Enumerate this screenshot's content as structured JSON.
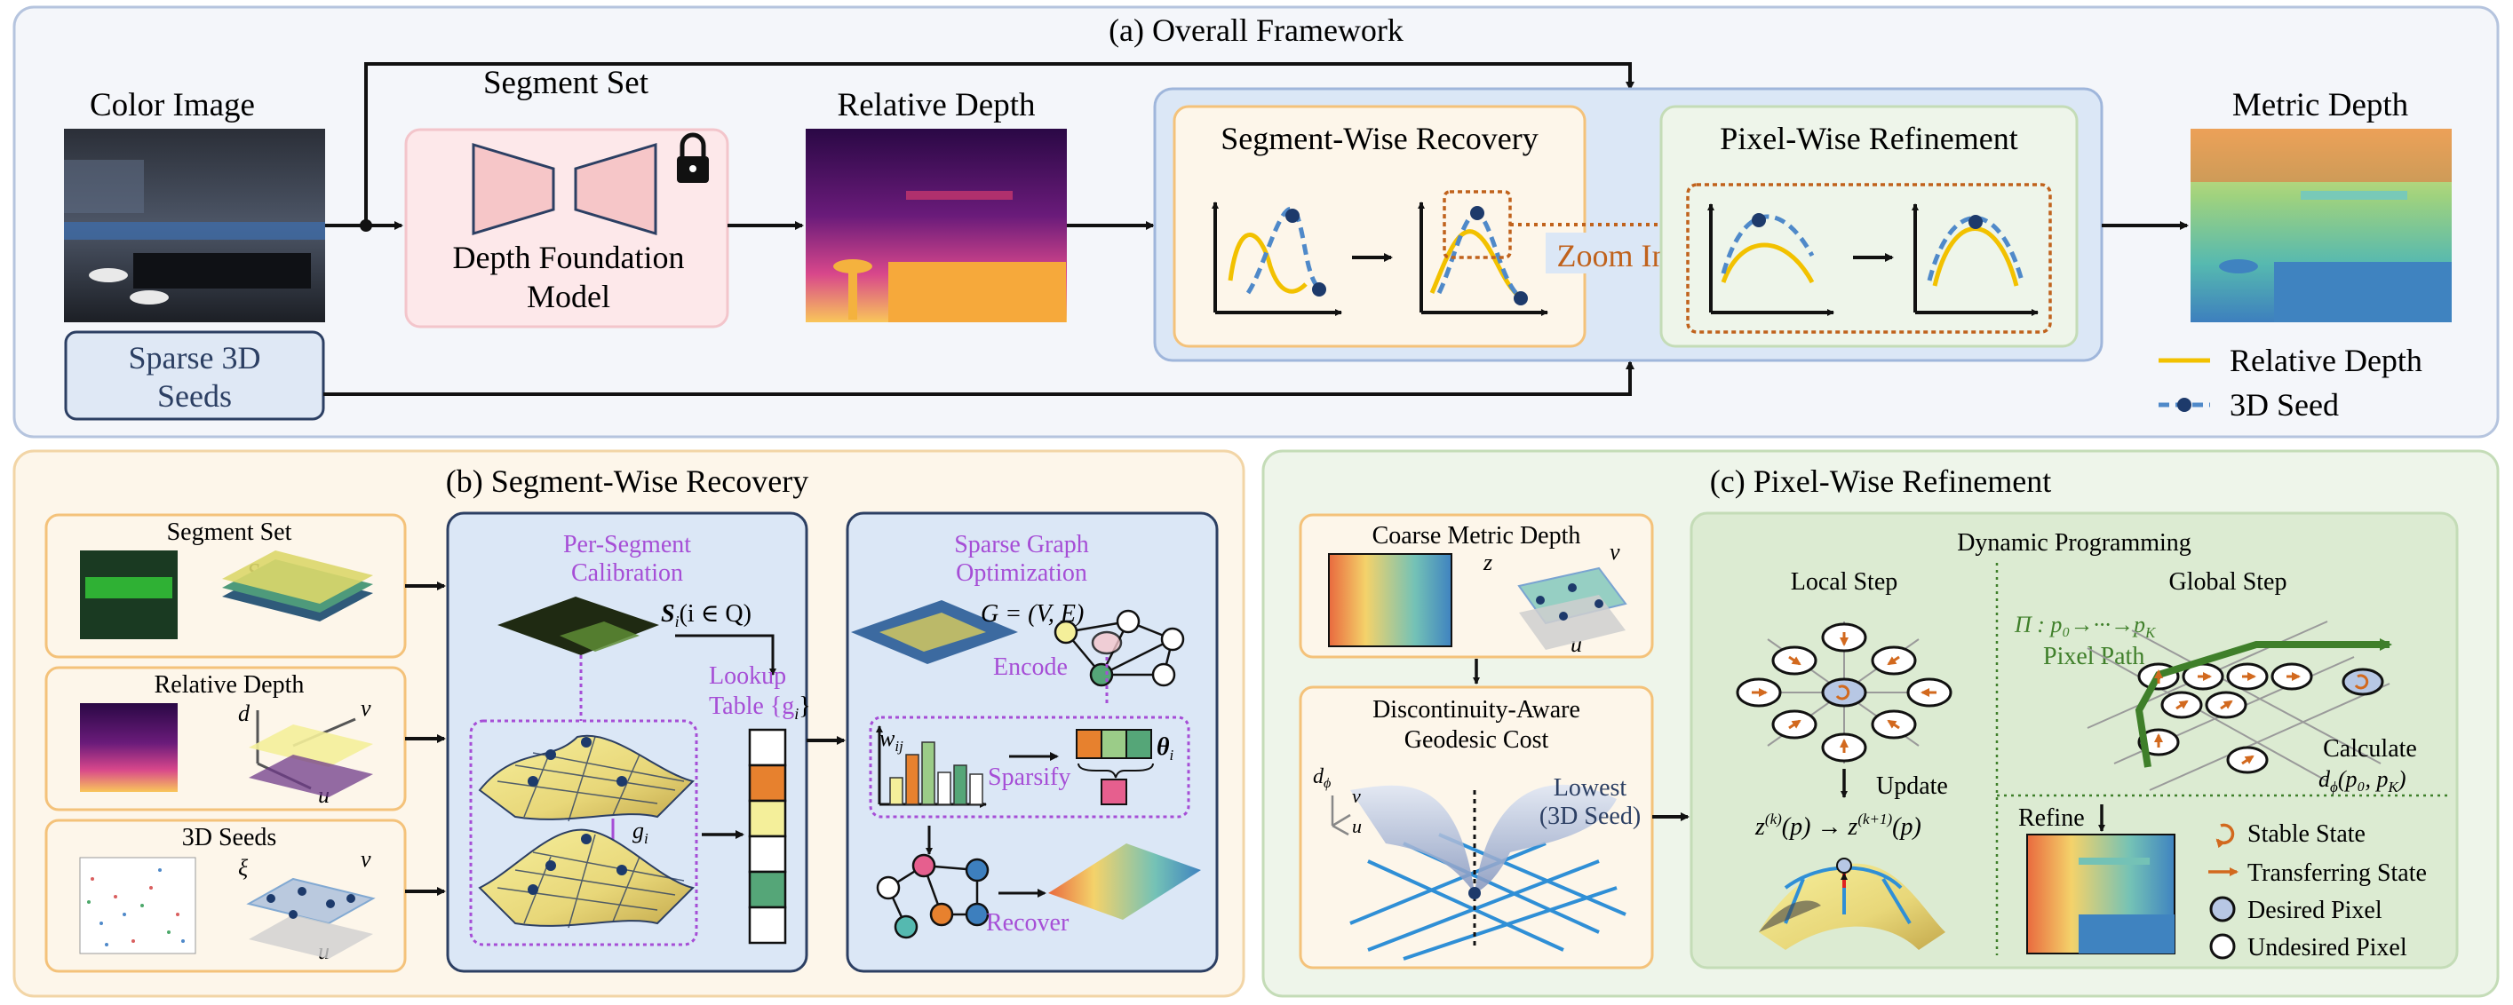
{
  "panels": {
    "a": {
      "title": "(a) Overall Framework"
    },
    "b": {
      "title": "(b) Segment-Wise Recovery"
    },
    "c": {
      "title": "(c) Pixel-Wise Refinement"
    }
  },
  "overall": {
    "color_image": "Color Image",
    "segment_set": "Segment Set",
    "relative_depth": "Relative Depth",
    "metric_depth": "Metric Depth",
    "sparse_seeds_line1": "Sparse 3D",
    "sparse_seeds_line2": "Seeds",
    "foundation_line1": "Depth Foundation",
    "foundation_line2": "Model",
    "segment_wise_recovery": "Segment-Wise Recovery",
    "pixel_wise_refinement": "Pixel-Wise Refinement",
    "zoom_in": "Zoom In",
    "legend": {
      "relative_depth": "Relative Depth",
      "seed": "3D Seed"
    }
  },
  "segment_recovery": {
    "segment_set": "Segment Set",
    "relative_depth": "Relative Depth",
    "seeds": "3D Seeds",
    "per_segment_line1": "Per-Segment",
    "per_segment_line2": "Calibration",
    "si_label": "S",
    "si_index": "i",
    "si_cond": "(i ∈ Q)",
    "lookup_line1": "Lookup",
    "lookup_line2": "Table {g",
    "lookup_sub": "i",
    "lookup_end": "}",
    "gi": "g",
    "gi_sub": "i",
    "sparse_graph_line1": "Sparse Graph",
    "sparse_graph_line2": "Optimization",
    "graph_formula": "G = (V, E)",
    "encode": "Encode",
    "sparsify": "Sparsify",
    "recover": "Recover",
    "wij": "w",
    "wij_sub": "ij",
    "theta": "θ",
    "theta_sub": "i",
    "s_symbol": "S",
    "d_axis": "d",
    "v_axis": "v",
    "u_axis": "u",
    "xi_axis": "ξ"
  },
  "pixel_refinement": {
    "coarse": "Coarse Metric Depth",
    "geo_line1": "Discontinuity-Aware",
    "geo_line2": "Geodesic Cost",
    "lowest_line1": "Lowest",
    "lowest_line2": "(3D Seed)",
    "dp": "Dynamic Programming",
    "local_step": "Local Step",
    "global_step": "Global Step",
    "pi_formula": "Π : p₀→···→p",
    "pi_sub": "K",
    "pixel_path": "Pixel Path",
    "calculate": "Calculate",
    "dphi": "d",
    "dphi_sub": "ϕ",
    "dphi_args": "(p₀, p",
    "dphi_args_sub": "K",
    "dphi_end": ")",
    "update": "Update",
    "update_formula": "z",
    "refine": "Refine",
    "z_axis": "z",
    "v_axis": "v",
    "u_axis": "u",
    "legend": {
      "stable": "Stable State",
      "transferring": "Transferring State",
      "desired": "Desired Pixel",
      "undesired": "Undesired Pixel"
    }
  },
  "colors": {
    "panel_a_bg": "#f4f6fa",
    "panel_a_border": "#b5c4de",
    "panel_b_bg": "#fdf6ea",
    "panel_b_border": "#f2d5a6",
    "panel_c_bg": "#eef5ea",
    "panel_c_border": "#c4dcb7",
    "orange_border": "#f4c27a",
    "blue_dark": "#2c3f63",
    "purple": "#a64ed6",
    "relative_depth_line": "#f2c100",
    "seed_line": "#4f89c9",
    "seed_dot": "#1d3a6b",
    "zoom": "#c0621c",
    "green_dark": "#2e6b17"
  }
}
